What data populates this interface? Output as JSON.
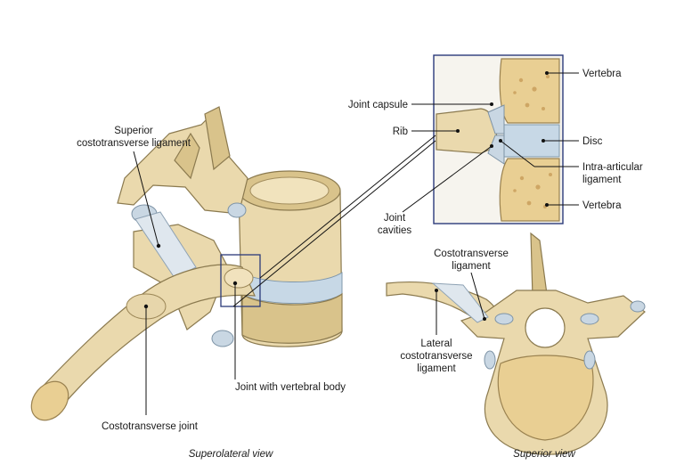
{
  "colors": {
    "highlight_label": "#e8332a",
    "label_text": "#1a1a1a",
    "bone": "#ead9ad",
    "cartilage": "#c9d7e3",
    "inset_frame": "#2b3a7a"
  },
  "left_panel": {
    "labels": {
      "superior_ligament_line1": "Superior",
      "superior_ligament_line2": "costotransverse ligament",
      "joint_with_body": "Joint with vertebral body",
      "costotransverse_joint": "Costotransverse joint"
    },
    "caption": "Superolateral view"
  },
  "inset_panel": {
    "labels": {
      "joint_capsule": "Joint capsule",
      "rib": "Rib",
      "vertebra_top": "Vertebra",
      "disc": "Disc",
      "intra_articular_line1": "Intra-articular",
      "intra_articular_line2": "ligament",
      "vertebra_bottom": "Vertebra",
      "joint_cavities_line1": "Joint",
      "joint_cavities_line2": "cavities"
    }
  },
  "right_panel": {
    "labels": {
      "costotransverse_line1": "Costotransverse",
      "costotransverse_line2": "ligament",
      "lateral_line1": "Lateral",
      "lateral_line2": "costotransverse",
      "lateral_line3": "ligament"
    },
    "caption": "Superior view"
  }
}
